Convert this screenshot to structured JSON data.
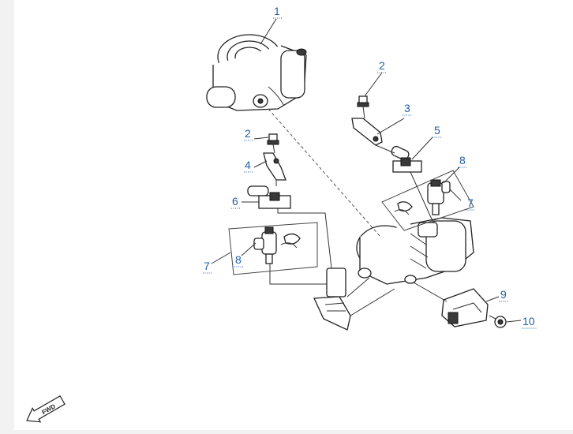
{
  "callouts": [
    {
      "id": "c1",
      "label": "1"
    },
    {
      "id": "c2a",
      "label": "2"
    },
    {
      "id": "c2b",
      "label": "2"
    },
    {
      "id": "c3",
      "label": "3"
    },
    {
      "id": "c4",
      "label": "4"
    },
    {
      "id": "c5",
      "label": "5"
    },
    {
      "id": "c6",
      "label": "6"
    },
    {
      "id": "c7a",
      "label": "7"
    },
    {
      "id": "c7b",
      "label": "7"
    },
    {
      "id": "c8a",
      "label": "8"
    },
    {
      "id": "c8b",
      "label": "8"
    },
    {
      "id": "c9",
      "label": "9"
    },
    {
      "id": "c10",
      "label": "10"
    }
  ],
  "direction_badge": {
    "label": "FWD"
  },
  "colors": {
    "callout": "#1f5fa8",
    "background": "#f2f2f2"
  }
}
